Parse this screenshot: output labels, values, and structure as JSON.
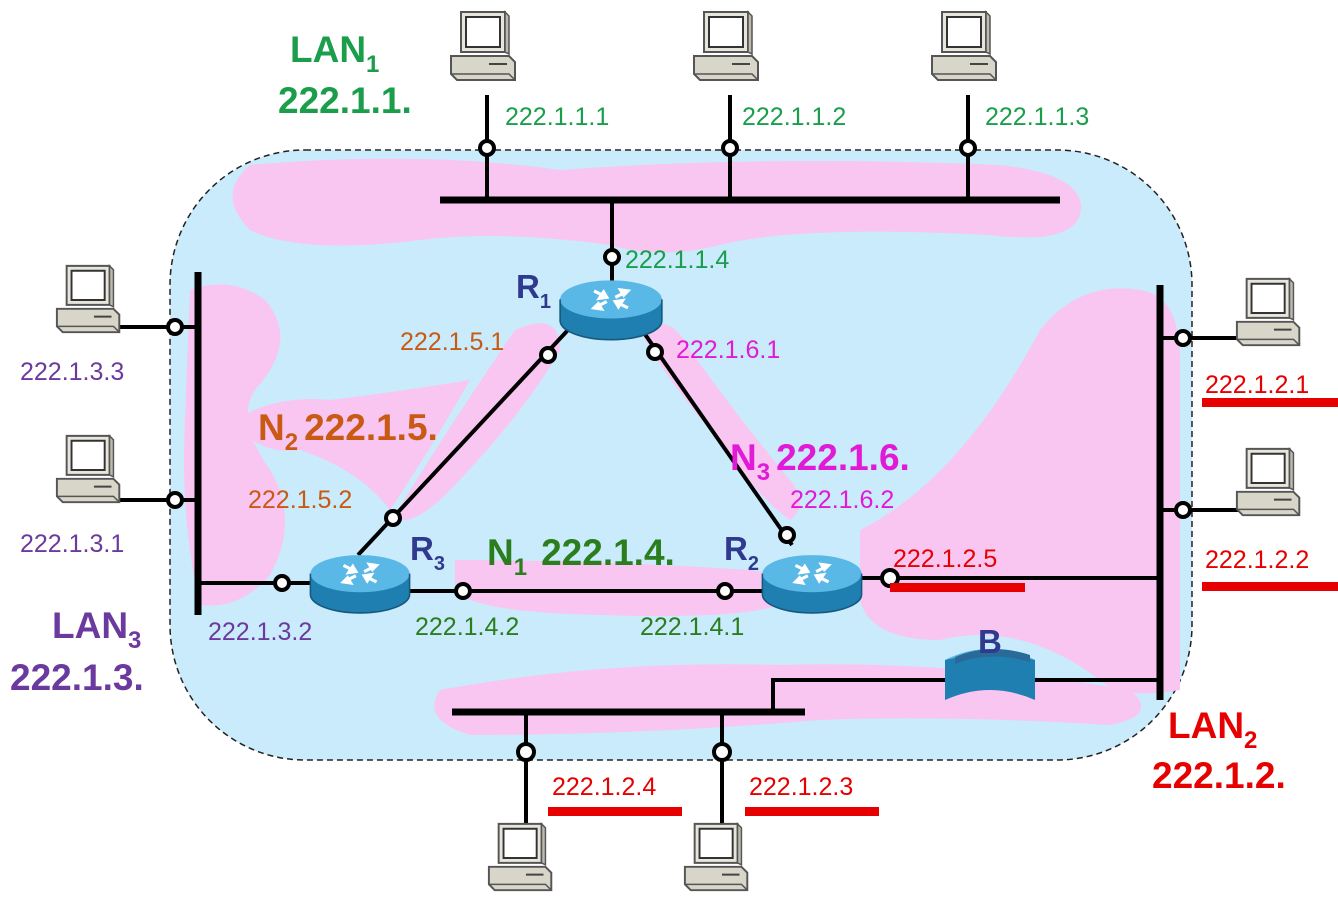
{
  "colors": {
    "green": "#1a9e4b",
    "dark_green": "#2b7d1d",
    "orange": "#c85a14",
    "magenta": "#e01ad6",
    "purple": "#6b3a9e",
    "red": "#e60000",
    "navy": "#2f3a8f",
    "cloud_fill": "#c9ebfb",
    "pink": "#f9c6f2"
  },
  "icons": {
    "host": "desktop-computer-icon",
    "router": "router-icon",
    "bridge": "bridge-icon"
  },
  "lans": {
    "lan1": {
      "name": "LAN",
      "sub": "1",
      "prefix": "222.1.1."
    },
    "lan2": {
      "name": "LAN",
      "sub": "2",
      "prefix": "222.1.2."
    },
    "lan3": {
      "name": "LAN",
      "sub": "3",
      "prefix": "222.1.3."
    }
  },
  "nets": {
    "n1": {
      "name": "N",
      "sub": "1",
      "prefix": "222.1.4."
    },
    "n2": {
      "name": "N",
      "sub": "2",
      "prefix": "222.1.5."
    },
    "n3": {
      "name": "N",
      "sub": "3",
      "prefix": "222.1.6."
    }
  },
  "routers": {
    "r1": {
      "name": "R",
      "sub": "1"
    },
    "r2": {
      "name": "R",
      "sub": "2"
    },
    "r3": {
      "name": "R",
      "sub": "3"
    }
  },
  "bridge": {
    "label": "B"
  },
  "addresses": {
    "lan1_h1": "222.1.1.1",
    "lan1_h2": "222.1.1.2",
    "lan1_h3": "222.1.1.3",
    "r1_lan1": "222.1.1.4",
    "r1_n2": "222.1.5.1",
    "r1_n3": "222.1.6.1",
    "r3_n2": "222.1.5.2",
    "r2_n3": "222.1.6.2",
    "r3_n1": "222.1.4.2",
    "r2_n1": "222.1.4.1",
    "r3_lan3": "222.1.3.2",
    "r2_lan2": "222.1.2.5",
    "lan3_h3": "222.1.3.3",
    "lan3_h1": "222.1.3.1",
    "lan2_h1": "222.1.2.1",
    "lan2_h2": "222.1.2.2",
    "lan2_h4": "222.1.2.4",
    "lan2_h3": "222.1.2.3"
  }
}
